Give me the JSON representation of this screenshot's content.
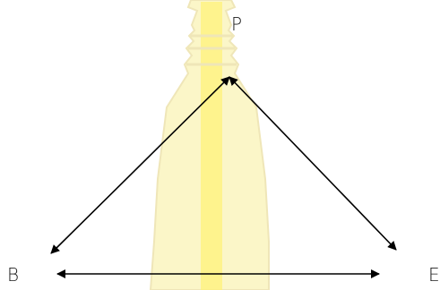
{
  "diagram": {
    "nodes": {
      "top": {
        "label": "P"
      },
      "left": {
        "label": "B"
      },
      "right": {
        "label": "E"
      }
    },
    "edges": [
      {
        "from": "top",
        "to": "left",
        "direction": "both"
      },
      {
        "from": "top",
        "to": "right",
        "direction": "both"
      },
      {
        "from": "left",
        "to": "right",
        "direction": "both"
      }
    ],
    "colors": {
      "line": "#000000",
      "text": "#1a1a1a",
      "watermark_fill": "#fbf6c8",
      "watermark_highlight": "#fff27a",
      "watermark_stroke": "#efe6b8"
    },
    "background": "watermark-tower"
  }
}
